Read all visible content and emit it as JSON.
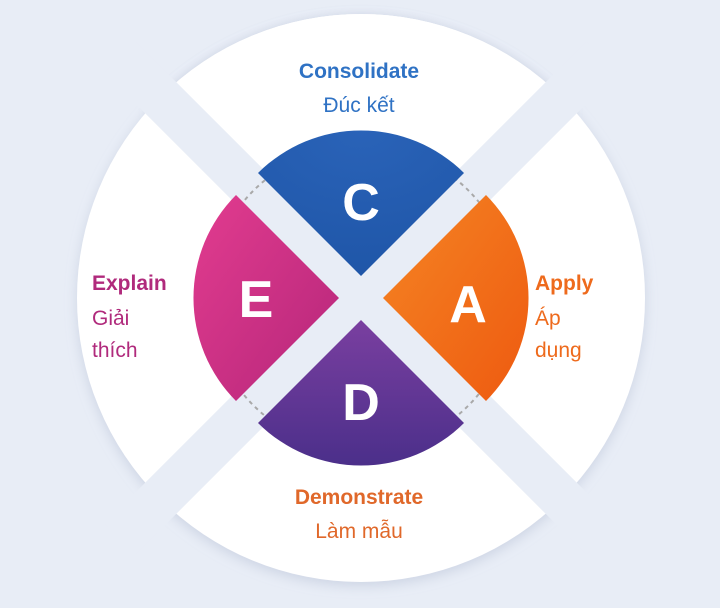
{
  "colors": {
    "background": "#e8edf6",
    "consolidate": "#2f72c4",
    "apply": "#ee6a1c",
    "demonstrate": "#e0682a",
    "explain": "#b02a7c",
    "quadrant_c": [
      "#2a63b8",
      "#1f56a8"
    ],
    "quadrant_a": [
      "#f58524",
      "#ee5a10"
    ],
    "quadrant_d": [
      "#7a3fa0",
      "#4b2f8a"
    ],
    "quadrant_e": [
      "#e23c8f",
      "#b5267a"
    ]
  },
  "segments": {
    "top": {
      "title": "Consolidate",
      "subtitle": "Đúc kết",
      "letter": "C",
      "icon": "quadrant-c"
    },
    "right": {
      "title": "Apply",
      "subtitle_line1": "Áp",
      "subtitle_line2": "dụng",
      "letter": "A",
      "icon": "quadrant-a"
    },
    "bottom": {
      "title": "Demonstrate",
      "subtitle": "Làm mẫu",
      "letter": "D",
      "icon": "quadrant-d"
    },
    "left": {
      "title": "Explain",
      "subtitle_line1": "Giải",
      "subtitle_line2": "thích",
      "letter": "E",
      "icon": "quadrant-e"
    }
  }
}
